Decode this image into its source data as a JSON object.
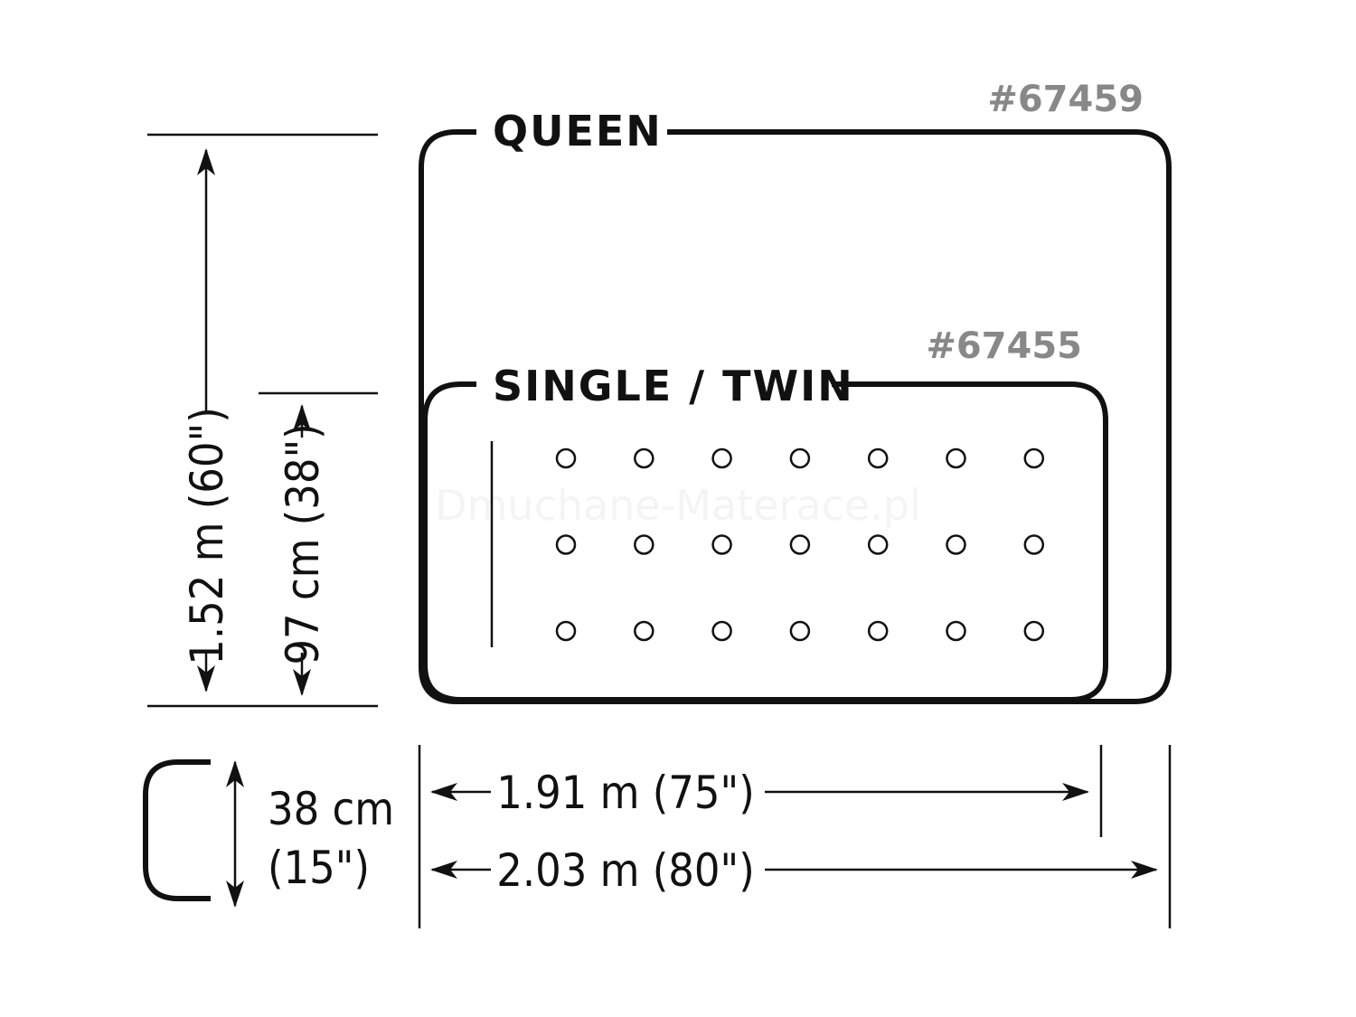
{
  "labels": {
    "queen_name": "QUEEN",
    "queen_code": "#67459",
    "single_name": "SINGLE / TWIN",
    "single_code": "#67455"
  },
  "dimensions": {
    "queen_width": "1.52 m (60\")",
    "single_width": "97 cm (38\")",
    "single_length": "1.91 m (75\")",
    "queen_length": "2.03 m (80\")",
    "height_line1": "38 cm",
    "height_line2": "(15\")"
  },
  "watermark": "Dmuchane-Materace.pl",
  "dot_grid": {
    "rows": 3,
    "columns": 7
  },
  "colors": {
    "line": "#111111",
    "code_label": "#888888",
    "background": "#ffffff"
  }
}
